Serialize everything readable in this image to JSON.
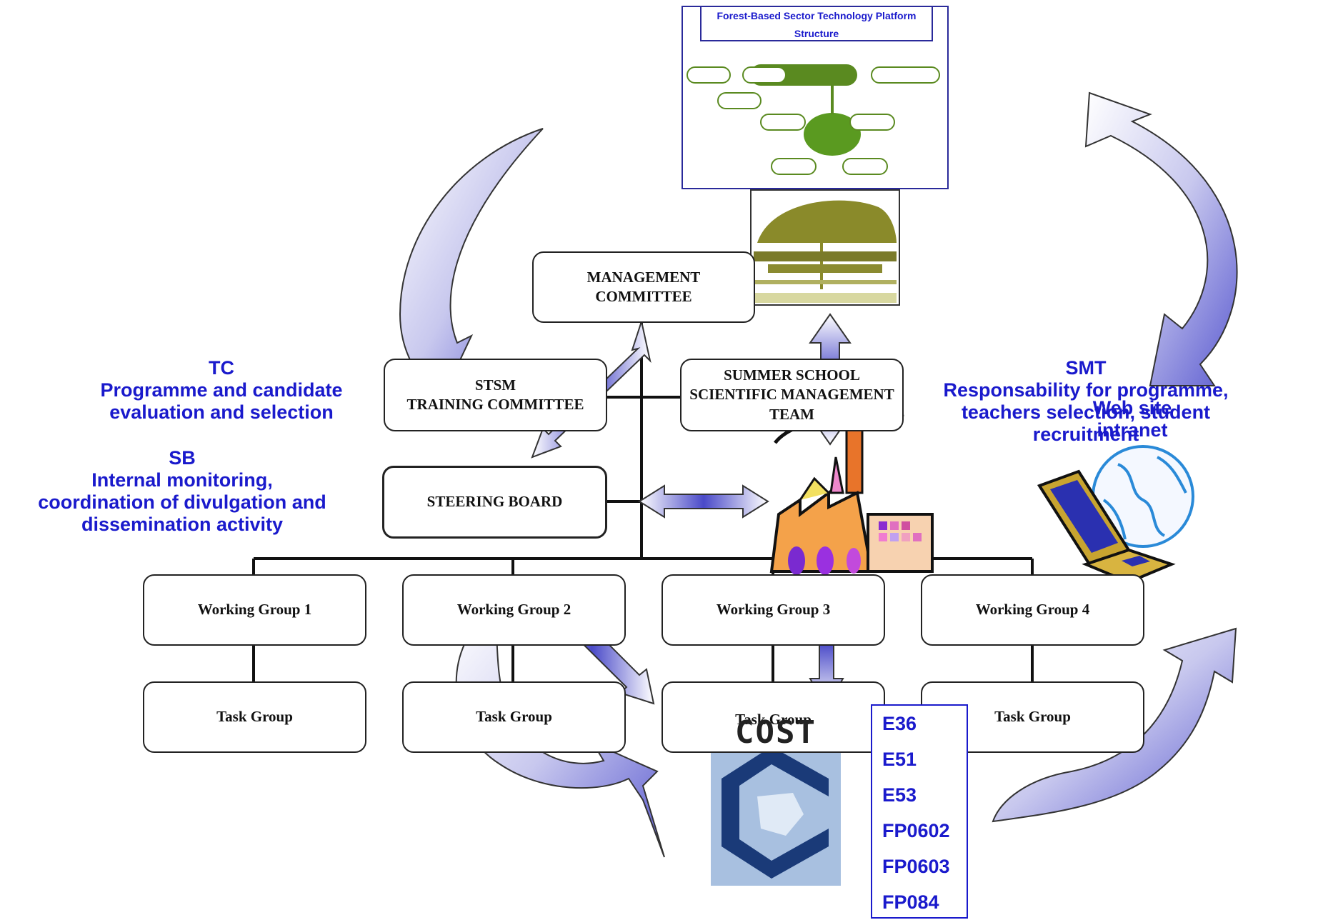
{
  "management_committee": {
    "line1": "MANAGEMENT",
    "line2": "COMMITTEE"
  },
  "stsm_committee": {
    "line1": "STSM",
    "line2": "TRAINING COMMITTEE"
  },
  "summer_school": {
    "line1": "SUMMER SCHOOL",
    "line2": "SCIENTIFIC MANAGEMENT",
    "line3": "TEAM"
  },
  "steering_board": "STEERING BOARD",
  "working_groups": [
    "Working Group 1",
    "Working Group 2",
    "Working Group 3",
    "Working Group 4"
  ],
  "task_groups": [
    "Task Group",
    "Task Group",
    "Task Group",
    "Task Group"
  ],
  "tc_note": {
    "title": "TC",
    "line1": "Programme and candidate",
    "line2": "evaluation and selection"
  },
  "sb_note": {
    "title": "SB",
    "line1": "Internal monitoring,",
    "line2": "coordination of divulgation and",
    "line3": "dissemination activity"
  },
  "smt_note": {
    "title": "SMT",
    "line1": "Responsability for programme,",
    "line2": "teachers selection, student",
    "line3": "recruitment"
  },
  "website_note": {
    "line1": "Web site",
    "line2": "intranet"
  },
  "platform_title": {
    "line1": "Forest-Based Sector Technology Platform",
    "line2": "Structure"
  },
  "cost_logo_text": "COST",
  "cost_actions": [
    "E36",
    "E51",
    "E53",
    "FP0602",
    "FP0603",
    "FP084"
  ],
  "colors": {
    "note_blue": "#1a1acc",
    "arrow_blue": "#6a6ad8",
    "box_border": "#222222"
  },
  "icons": [
    "curved-arrow-icon",
    "double-arrow-icon",
    "factory-icon",
    "laptop-icon",
    "globe-icon",
    "cost-logo-icon",
    "umbrella-icon"
  ]
}
